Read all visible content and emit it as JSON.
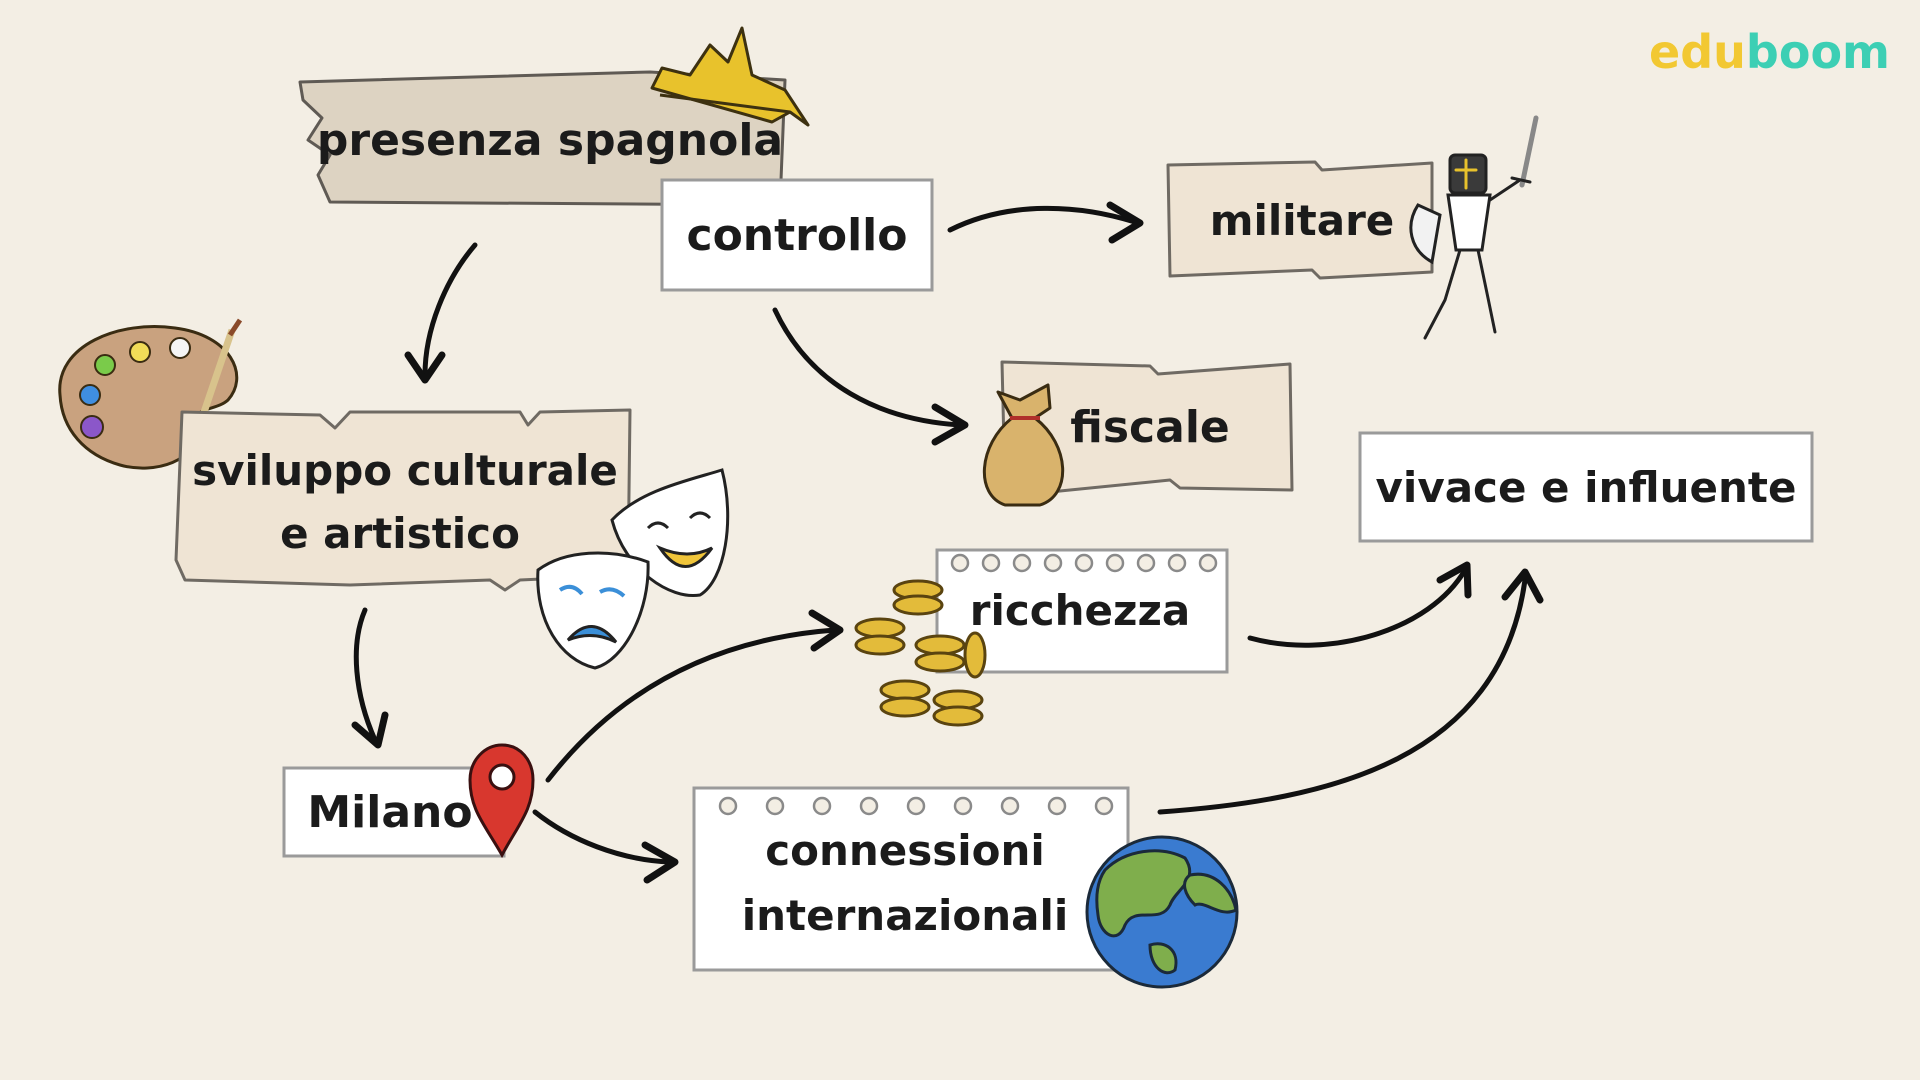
{
  "brand": {
    "part1": "edu",
    "part2": "boom",
    "color1": "#f2c832",
    "color2": "#3ccfb4"
  },
  "nodes": {
    "presenza_spagnola": "presenza spagnola",
    "controllo": "controllo",
    "militare": "militare",
    "fiscale": "fiscale",
    "sviluppo_line1": "sviluppo culturale",
    "sviluppo_line2": "e artistico",
    "milano": "Milano",
    "ricchezza": "ricchezza",
    "connessioni_line1": "connessioni",
    "connessioni_line2": "internazionali",
    "vivace": "vivace e influente"
  },
  "icons": [
    "crown-icon",
    "knight-icon",
    "money-bag-icon",
    "palette-icon",
    "theatre-masks-icon",
    "coins-icon",
    "map-pin-icon",
    "globe-icon"
  ]
}
